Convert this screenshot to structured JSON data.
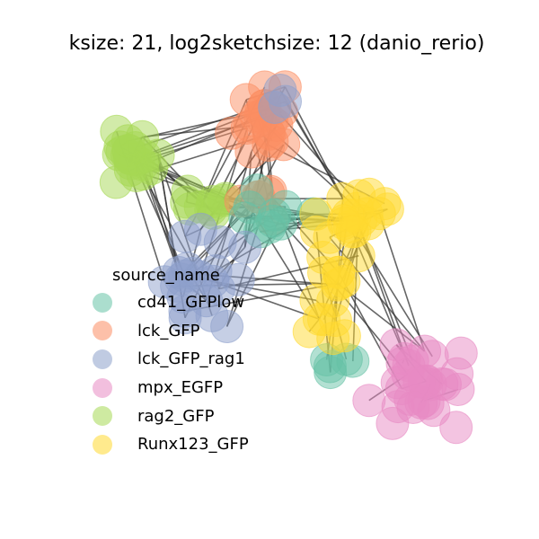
{
  "title": "ksize: 21, log2sketchsize: 12 (danio_rerio)",
  "legend": {
    "title": "source_name",
    "items": [
      {
        "label": "cd41_GFPlow",
        "color": "#66c2a5"
      },
      {
        "label": "lck_GFP",
        "color": "#fc8d62"
      },
      {
        "label": "lck_GFP_rag1",
        "color": "#8da0cb"
      },
      {
        "label": "mpx_EGFP",
        "color": "#e78ac3"
      },
      {
        "label": "rag2_GFP",
        "color": "#a6d854"
      },
      {
        "label": "Runx123_GFP",
        "color": "#ffd92f"
      }
    ]
  },
  "style": {
    "edge_color": "#333333",
    "node_alpha": 0.5
  }
}
